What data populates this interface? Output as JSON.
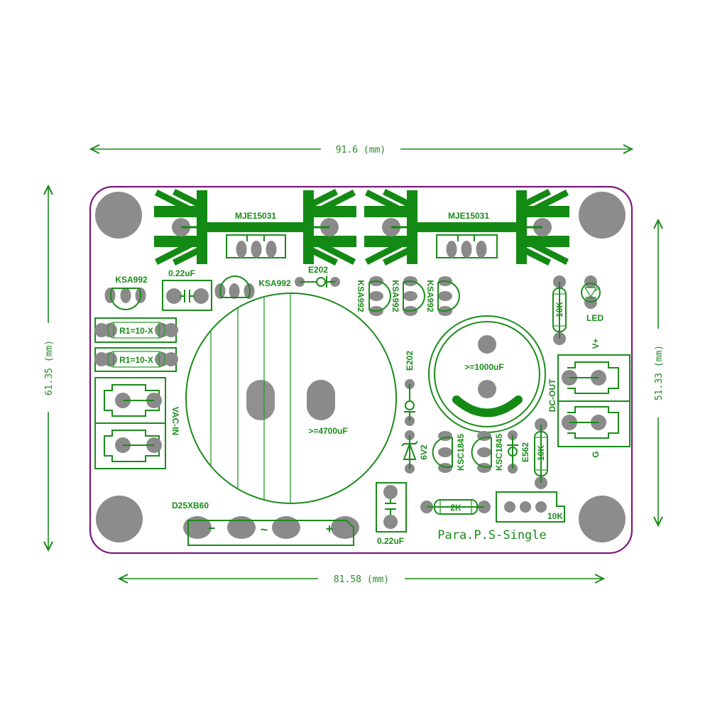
{
  "board": {
    "name": "Para.P.S-Single",
    "outline_color": "#7a1a7a",
    "silkscreen_color": "#1a8c1a",
    "pad_color": "#8a8a8a"
  },
  "dimensions": {
    "top_width": "91.6 (mm)",
    "bottom_width": "81.58 (mm)",
    "left_height": "61.35 (mm)",
    "right_height": "51.33 (mm)"
  },
  "heatsinks": [
    {
      "transistor": "MJE15031"
    },
    {
      "transistor": "MJE15031"
    }
  ],
  "labels": {
    "ksa992_left": "KSA992",
    "cap_022_top": "0.22uF",
    "ksa992_mid": "KSA992",
    "e202_top": "E202",
    "ksa992_v1": "KSA992",
    "ksa992_v2": "KSA992",
    "ksa992_v3": "KSA992",
    "res_10k_top": "10K",
    "led": "LED",
    "r1_a": "R1=10-X",
    "r1_b": "R1=10-X",
    "vac_in": "VAC-IN",
    "cap_4700": ">=4700uF",
    "e202_mid": "E202",
    "cap_1000": ">=1000uF",
    "dc_out": "DC-OUT",
    "v_plus": "V+",
    "gnd": "G",
    "zener": "6V2",
    "ksc1845_a": "KSC1845",
    "ksc1845_b": "KSC1845",
    "e562": "E562",
    "res_10k_mid": "10K",
    "bridge": "D25XB60",
    "bridge_minus": "−",
    "bridge_ac": "~",
    "bridge_plus": "+",
    "cap_022_bottom": "0.22uF",
    "res_2k": "2K",
    "trimmer_10k": "10K",
    "title": "Para.P.S-Single"
  }
}
